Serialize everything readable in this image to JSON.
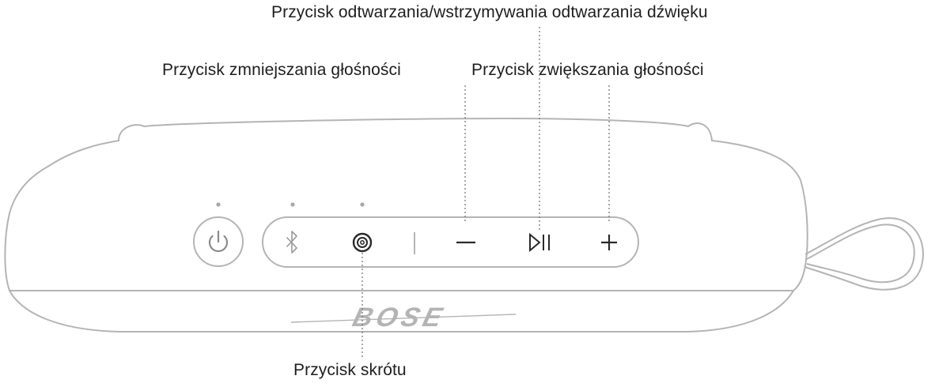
{
  "labels": {
    "play_pause": "Przycisk odtwarzania/wstrzymywania odtwarzania dźwięku",
    "volume_down": "Przycisk zmniejszania głośności",
    "volume_up": "Przycisk zwiększania głośności",
    "shortcut": "Przycisk skrótu"
  },
  "speaker": {
    "brand": "BOSE",
    "icons": [
      "power-icon",
      "bluetooth-icon",
      "shortcut-icon",
      "volume-down-icon",
      "play-pause-icon",
      "volume-up-icon"
    ]
  },
  "colors": {
    "outline": "#b4b4b4",
    "text": "#1e1e1e",
    "leader": "#6e6e6e"
  }
}
